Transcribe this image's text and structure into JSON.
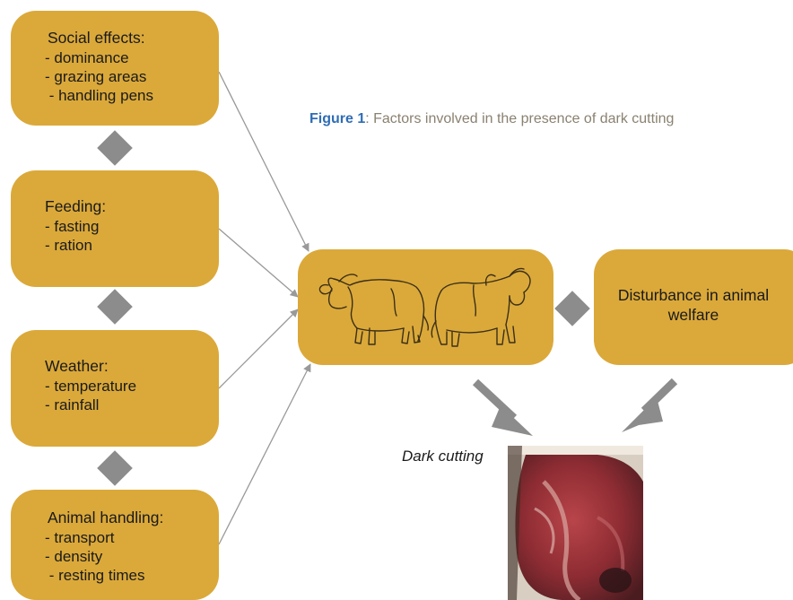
{
  "caption": {
    "label": "Figure 1",
    "text": ": Factors involved in the presence of dark cutting"
  },
  "factors": [
    {
      "title": "Social effects:",
      "items": [
        "- dominance",
        "- grazing areas",
        " - handling pens"
      ]
    },
    {
      "title": "Feeding:",
      "items": [
        "- fasting",
        "- ration"
      ]
    },
    {
      "title": "Weather:",
      "items": [
        "- temperature",
        "- rainfall"
      ]
    },
    {
      "title": "Animal handling:",
      "items": [
        "- transport",
        "- density",
        " - resting times"
      ]
    }
  ],
  "welfare_box": {
    "text": "Disturbance in animal welfare"
  },
  "outcome": {
    "label": "Dark cutting"
  },
  "colors": {
    "box_fill": "#dba93a",
    "connector": "#999999",
    "diamond": "#8c8c8c",
    "caption_label": "#2f6db5",
    "caption_text": "#8a8170"
  },
  "icons": {
    "animals": "cattle-illustration",
    "outcome": "dark-cutting-meat-photo",
    "separator": "diamond-icon"
  }
}
